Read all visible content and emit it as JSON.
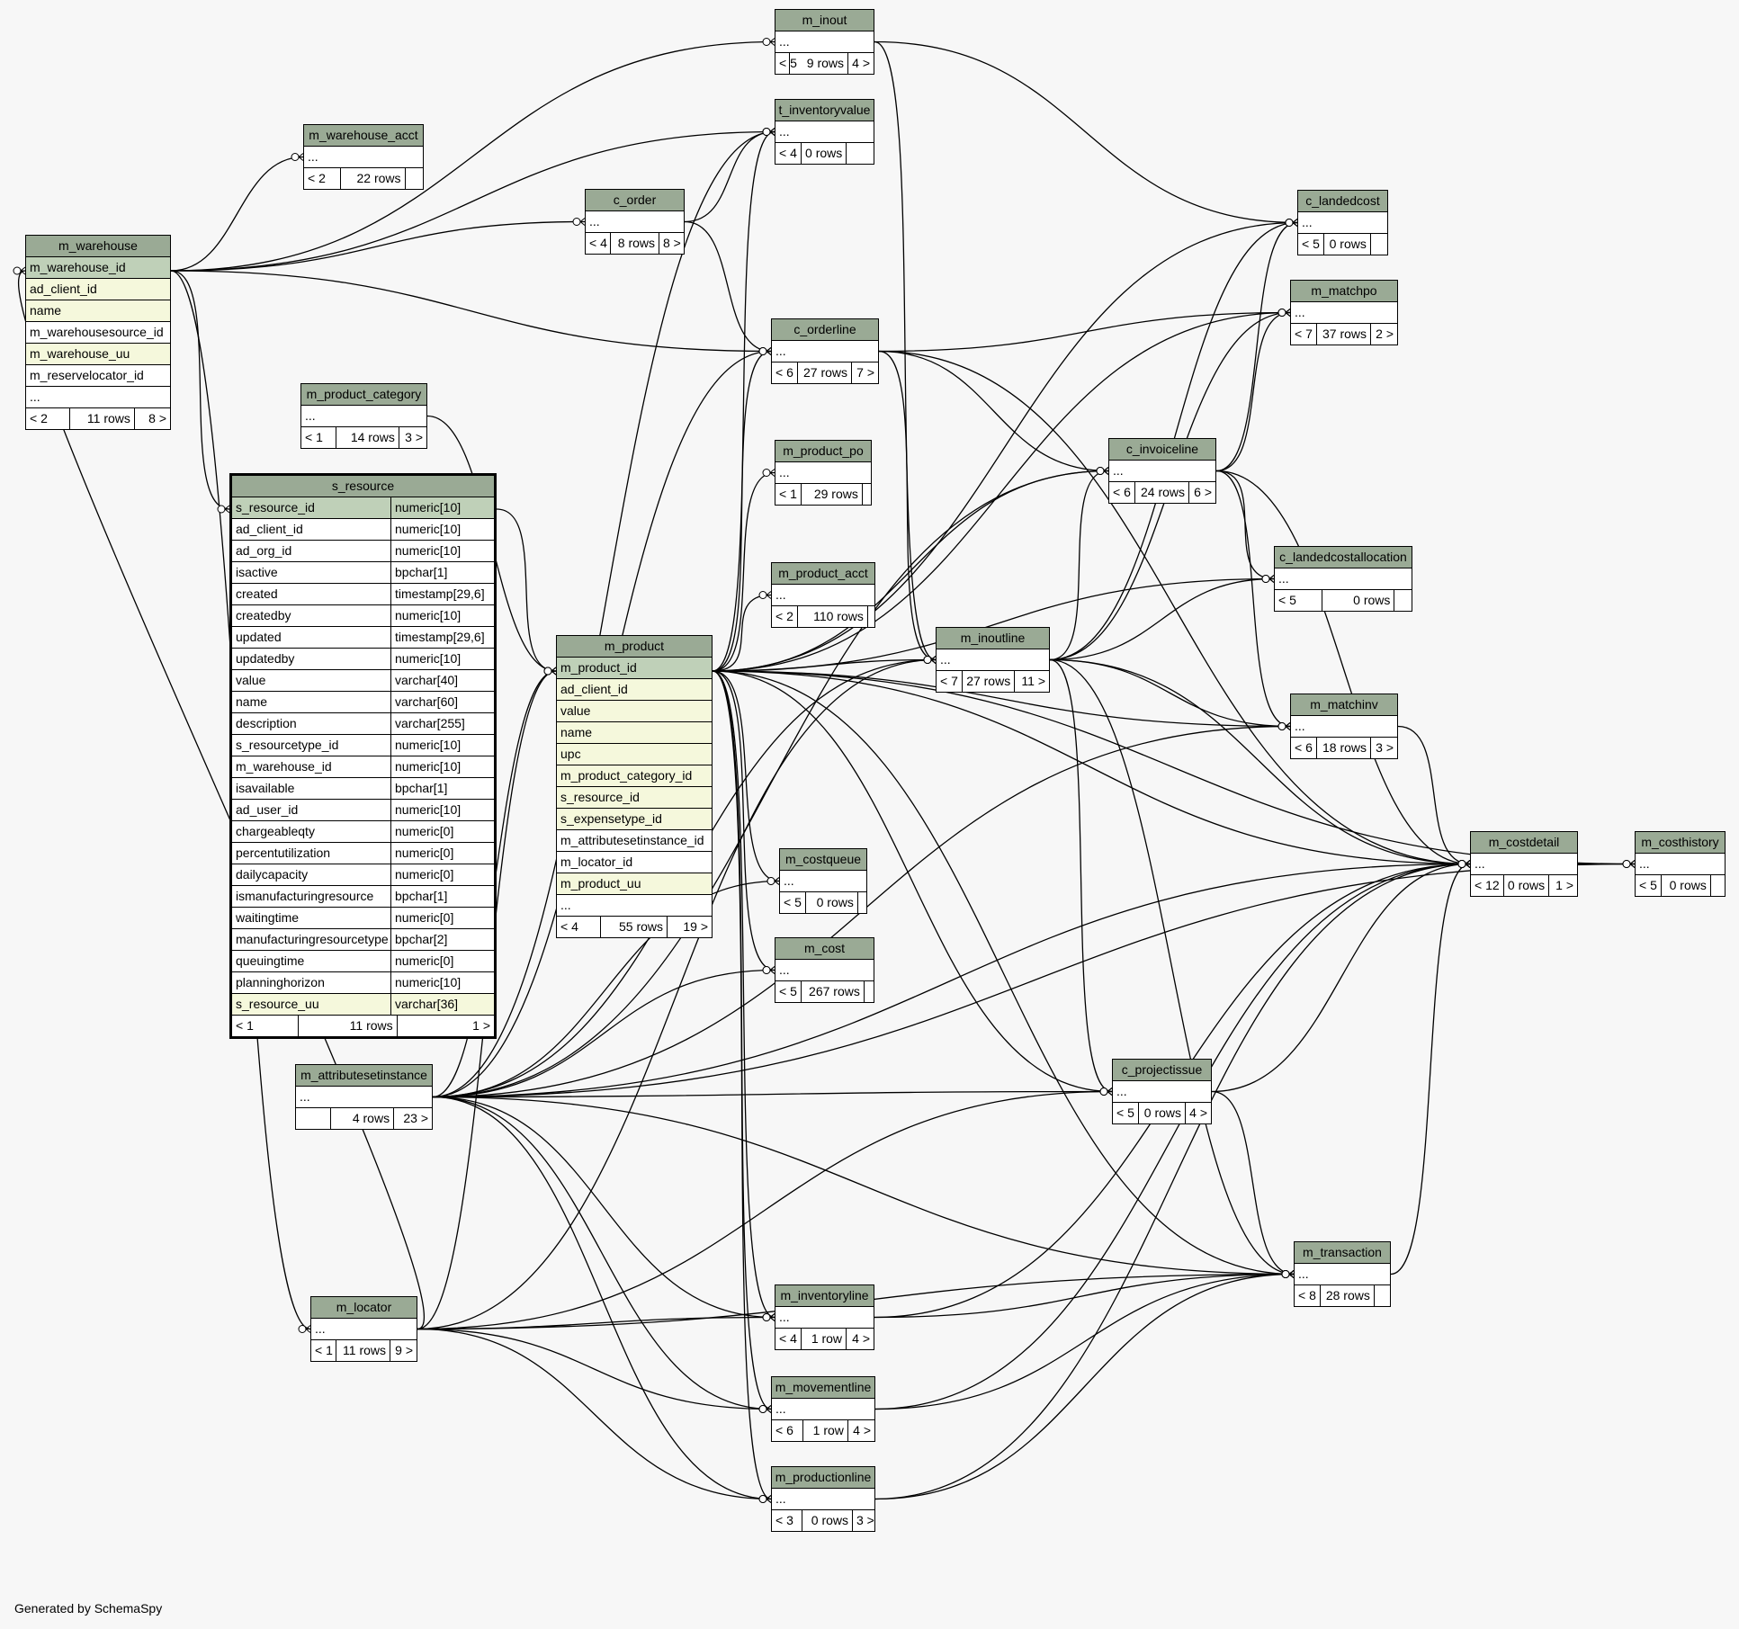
{
  "footer": "Generated by SchemaSpy",
  "tables": {
    "m_inout": {
      "name": "m_inout",
      "rows": [
        "..."
      ],
      "foot": [
        "< 5",
        "9 rows",
        "4 >"
      ]
    },
    "t_inventoryvalue": {
      "name": "t_inventoryvalue",
      "rows": [
        "..."
      ],
      "foot": [
        "< 4",
        "0 rows",
        ""
      ]
    },
    "m_warehouse_acct": {
      "name": "m_warehouse_acct",
      "rows": [
        "..."
      ],
      "foot": [
        "< 2",
        "22 rows",
        ""
      ]
    },
    "c_order": {
      "name": "c_order",
      "rows": [
        "..."
      ],
      "foot": [
        "< 4",
        "8 rows",
        "8 >"
      ]
    },
    "m_warehouse": {
      "name": "m_warehouse",
      "rows": [
        "m_warehouse_id",
        "ad_client_id",
        "name",
        "m_warehousesource_id",
        "m_warehouse_uu",
        "m_reservelocator_id",
        "..."
      ],
      "foot": [
        "< 2",
        "11 rows",
        "8 >"
      ]
    },
    "c_landedcost": {
      "name": "c_landedcost",
      "rows": [
        "..."
      ],
      "foot": [
        "< 5",
        "0 rows",
        ""
      ]
    },
    "m_matchpo": {
      "name": "m_matchpo",
      "rows": [
        "..."
      ],
      "foot": [
        "< 7",
        "37 rows",
        "2 >"
      ]
    },
    "c_orderline": {
      "name": "c_orderline",
      "rows": [
        "..."
      ],
      "foot": [
        "< 6",
        "27 rows",
        "7 >"
      ]
    },
    "m_product_category": {
      "name": "m_product_category",
      "rows": [
        "..."
      ],
      "foot": [
        "< 1",
        "14 rows",
        "3 >"
      ]
    },
    "s_resource": {
      "name": "s_resource",
      "rows": [
        [
          "s_resource_id",
          "numeric[10]"
        ],
        [
          "ad_client_id",
          "numeric[10]"
        ],
        [
          "ad_org_id",
          "numeric[10]"
        ],
        [
          "isactive",
          "bpchar[1]"
        ],
        [
          "created",
          "timestamp[29,6]"
        ],
        [
          "createdby",
          "numeric[10]"
        ],
        [
          "updated",
          "timestamp[29,6]"
        ],
        [
          "updatedby",
          "numeric[10]"
        ],
        [
          "value",
          "varchar[40]"
        ],
        [
          "name",
          "varchar[60]"
        ],
        [
          "description",
          "varchar[255]"
        ],
        [
          "s_resourcetype_id",
          "numeric[10]"
        ],
        [
          "m_warehouse_id",
          "numeric[10]"
        ],
        [
          "isavailable",
          "bpchar[1]"
        ],
        [
          "ad_user_id",
          "numeric[10]"
        ],
        [
          "chargeableqty",
          "numeric[0]"
        ],
        [
          "percentutilization",
          "numeric[0]"
        ],
        [
          "dailycapacity",
          "numeric[0]"
        ],
        [
          "ismanufacturingresource",
          "bpchar[1]"
        ],
        [
          "waitingtime",
          "numeric[0]"
        ],
        [
          "manufacturingresourcetype",
          "bpchar[2]"
        ],
        [
          "queuingtime",
          "numeric[0]"
        ],
        [
          "planninghorizon",
          "numeric[10]"
        ],
        [
          "s_resource_uu",
          "varchar[36]"
        ]
      ],
      "foot": [
        "< 1",
        "11 rows",
        "1 >"
      ]
    },
    "m_product_po": {
      "name": "m_product_po",
      "rows": [
        "..."
      ],
      "foot": [
        "< 1",
        "29 rows",
        ""
      ]
    },
    "c_invoiceline": {
      "name": "c_invoiceline",
      "rows": [
        "..."
      ],
      "foot": [
        "< 6",
        "24 rows",
        "6 >"
      ]
    },
    "m_product_acct": {
      "name": "m_product_acct",
      "rows": [
        "..."
      ],
      "foot": [
        "< 2",
        "110 rows",
        ""
      ]
    },
    "c_landedcostallocation": {
      "name": "c_landedcostallocation",
      "rows": [
        "..."
      ],
      "foot": [
        "< 5",
        "0 rows",
        ""
      ]
    },
    "m_product": {
      "name": "m_product",
      "rows": [
        "m_product_id",
        "ad_client_id",
        "value",
        "name",
        "upc",
        "m_product_category_id",
        "s_resource_id",
        "s_expensetype_id",
        "m_attributesetinstance_id",
        "m_locator_id",
        "m_product_uu",
        "..."
      ],
      "foot": [
        "< 4",
        "55 rows",
        "19 >"
      ]
    },
    "m_inoutline": {
      "name": "m_inoutline",
      "rows": [
        "..."
      ],
      "foot": [
        "< 7",
        "27 rows",
        "11 >"
      ]
    },
    "m_matchinv": {
      "name": "m_matchinv",
      "rows": [
        "..."
      ],
      "foot": [
        "< 6",
        "18 rows",
        "3 >"
      ]
    },
    "m_costdetail": {
      "name": "m_costdetail",
      "rows": [
        "..."
      ],
      "foot": [
        "< 12",
        "0 rows",
        "1 >"
      ]
    },
    "m_costhistory": {
      "name": "m_costhistory",
      "rows": [
        "..."
      ],
      "foot": [
        "< 5",
        "0 rows",
        ""
      ]
    },
    "m_costqueue": {
      "name": "m_costqueue",
      "rows": [
        "..."
      ],
      "foot": [
        "< 5",
        "0 rows",
        ""
      ]
    },
    "m_cost": {
      "name": "m_cost",
      "rows": [
        "..."
      ],
      "foot": [
        "< 5",
        "267 rows",
        ""
      ]
    },
    "m_attributesetinstance": {
      "name": "m_attributesetinstance",
      "rows": [
        "..."
      ],
      "foot": [
        "",
        "4 rows",
        "23 >"
      ]
    },
    "c_projectissue": {
      "name": "c_projectissue",
      "rows": [
        "..."
      ],
      "foot": [
        "< 5",
        "0 rows",
        "4 >"
      ]
    },
    "m_transaction": {
      "name": "m_transaction",
      "rows": [
        "..."
      ],
      "foot": [
        "< 8",
        "28 rows",
        ""
      ]
    },
    "m_locator": {
      "name": "m_locator",
      "rows": [
        "..."
      ],
      "foot": [
        "< 1",
        "11 rows",
        "9 >"
      ]
    },
    "m_inventoryline": {
      "name": "m_inventoryline",
      "rows": [
        "..."
      ],
      "foot": [
        "< 4",
        "1 row",
        "4 >"
      ]
    },
    "m_movementline": {
      "name": "m_movementline",
      "rows": [
        "..."
      ],
      "foot": [
        "< 6",
        "1 row",
        "4 >"
      ]
    },
    "m_productionline": {
      "name": "m_productionline",
      "rows": [
        "..."
      ],
      "foot": [
        "< 3",
        "0 rows",
        "3 >"
      ]
    }
  }
}
